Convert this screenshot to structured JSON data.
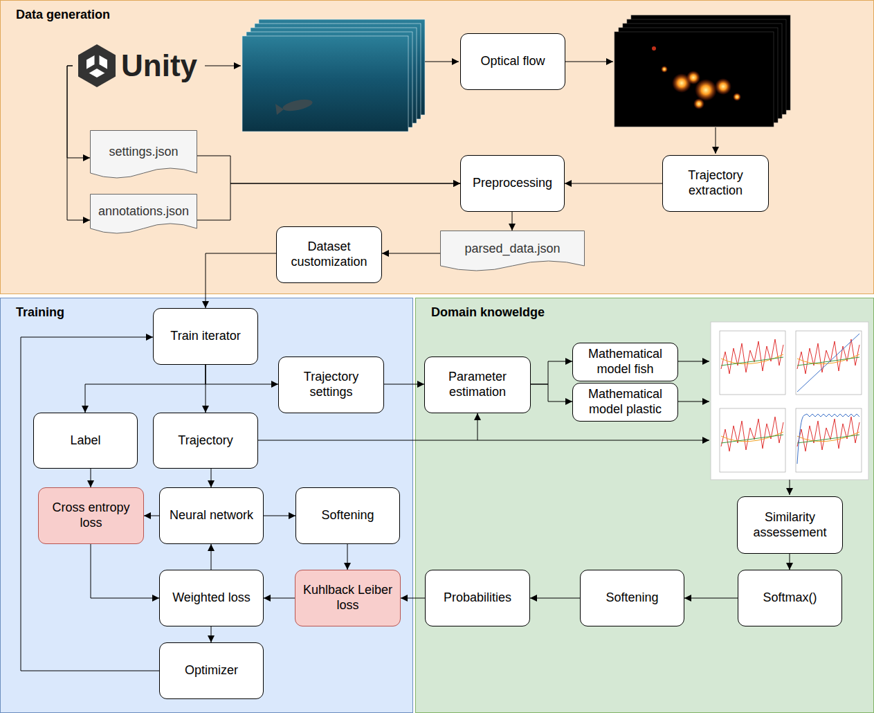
{
  "diagram": {
    "nodes": [
      {
        "text": [
          "Data generation"
        ]
      },
      {
        "text": [
          "Unity"
        ],
        "in": 0
      },
      {
        "text": [
          "Optical flow"
        ],
        "in": 0
      },
      {
        "text": [
          "settings.json"
        ],
        "in": 0
      },
      {
        "text": [
          "Preprocessing"
        ],
        "in": 0
      },
      {
        "text": [
          "Trajectory extraction"
        ],
        "in": 0
      },
      {
        "text": [
          "annotations.json"
        ],
        "in": 0
      },
      {
        "text": [
          "Dataset customization"
        ],
        "in": 0
      },
      {
        "text": [
          "parsed_data.json"
        ],
        "in": 0
      },
      {
        "text": [
          "Training"
        ]
      },
      {
        "text": [
          "Train iterator"
        ],
        "in": 9
      },
      {
        "text": [
          "Trajectory settings"
        ],
        "in": 9
      },
      {
        "text": [
          "Label"
        ],
        "in": 9
      },
      {
        "text": [
          "Trajectory"
        ],
        "in": 9
      },
      {
        "text": [
          "Cross entropy loss"
        ],
        "in": 9
      },
      {
        "text": [
          "Neural network"
        ],
        "in": 9
      },
      {
        "text": [
          "Softening"
        ],
        "in": 9
      },
      {
        "text": [
          "Weighted loss"
        ],
        "in": 9
      },
      {
        "text": [
          "Kuhlback Leiber loss"
        ],
        "in": 9
      },
      {
        "text": [
          "Optimizer"
        ],
        "in": 9
      },
      {
        "text": [
          "Domain knoweldge"
        ]
      },
      {
        "text": [
          "Parameter estimation"
        ],
        "in": 20
      },
      {
        "text": [
          "Mathematical model fish"
        ],
        "in": 20
      },
      {
        "text": [
          "Mathematical model plastic"
        ],
        "in": 20
      },
      {
        "text": [
          "Similarity assessement"
        ],
        "in": 20
      },
      {
        "text": [
          "Probabilities"
        ],
        "in": 20
      },
      {
        "text": [
          "Softening"
        ],
        "in": 20
      },
      {
        "text": [
          "Softmax()"
        ],
        "in": 20
      }
    ],
    "edges": [
      {
        "from": 1,
        "to": 3,
        "arrow": "to"
      },
      {
        "from": 1,
        "to": 6,
        "arrow": "to"
      },
      {
        "from": 3,
        "to": 4,
        "arrow": "to"
      },
      {
        "from": 6,
        "to": 4,
        "arrow": "to"
      },
      {
        "from": 5,
        "to": 4,
        "arrow": "to"
      },
      {
        "from": 4,
        "to": 8,
        "arrow": "to"
      },
      {
        "from": 8,
        "to": 7,
        "arrow": "to"
      },
      {
        "from": 7,
        "to": 10,
        "arrow": "to"
      },
      {
        "from": 10,
        "to": 12,
        "arrow": "to"
      },
      {
        "from": 10,
        "to": 13,
        "arrow": "to"
      },
      {
        "from": 10,
        "to": 11,
        "arrow": "to"
      },
      {
        "from": 11,
        "to": 21,
        "arrow": "to"
      },
      {
        "from": 13,
        "to": 21,
        "arrow": "to"
      },
      {
        "from": 21,
        "to": 22,
        "arrow": "to"
      },
      {
        "from": 21,
        "to": 23,
        "arrow": "to"
      },
      {
        "from": 24,
        "to": 27,
        "arrow": "to"
      },
      {
        "from": 27,
        "to": 26,
        "arrow": "to"
      },
      {
        "from": 26,
        "to": 25,
        "arrow": "to"
      },
      {
        "from": 25,
        "to": 18,
        "arrow": "to"
      },
      {
        "from": 12,
        "to": 14,
        "arrow": "to"
      },
      {
        "from": 13,
        "to": 15,
        "arrow": "to"
      },
      {
        "from": 15,
        "to": 14,
        "arrow": "to"
      },
      {
        "from": 15,
        "to": 16,
        "arrow": "to"
      },
      {
        "from": 16,
        "to": 18,
        "arrow": "to"
      },
      {
        "from": 18,
        "to": 17,
        "arrow": "to"
      },
      {
        "from": 14,
        "to": 17,
        "arrow": "to"
      },
      {
        "from": 17,
        "to": 15,
        "arrow": "to"
      },
      {
        "from": 17,
        "to": 19,
        "arrow": "to"
      },
      {
        "from": 19,
        "to": 10,
        "arrow": "to"
      }
    ]
  }
}
